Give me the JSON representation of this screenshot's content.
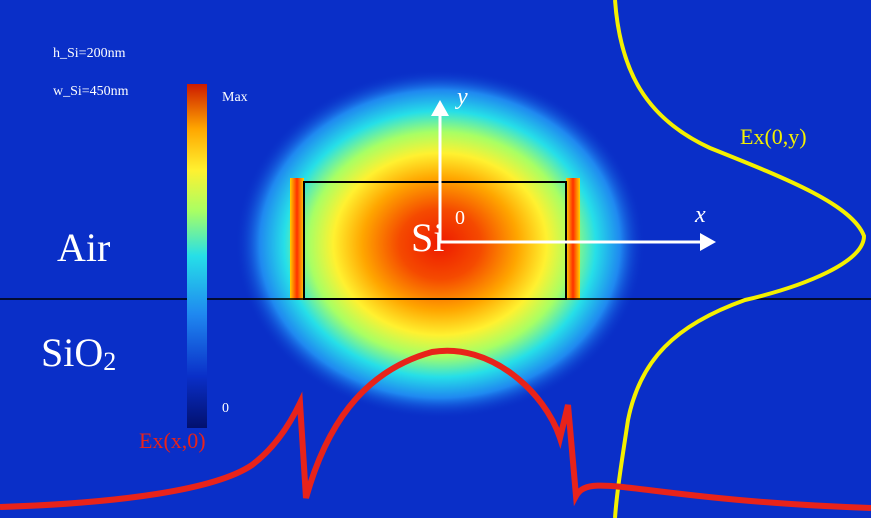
{
  "params": {
    "h_si": "h_Si=200nm",
    "w_si": "w_Si=450nm"
  },
  "colorbar": {
    "max_label": "Max",
    "min_label": "0"
  },
  "regions": {
    "air": "Air",
    "sio2_main": "SiO",
    "sio2_sub": "2",
    "core": "Si"
  },
  "axes": {
    "y": "y",
    "x": "x",
    "origin": "0"
  },
  "curves": {
    "ex_y": "Ex(0,y)",
    "ex_x": "Ex(x,0)"
  },
  "colors": {
    "background": "#0a2fc8",
    "curve_ex_y": "#f4f000",
    "curve_ex_x": "#e8231a",
    "core_outline": "#000000",
    "axis_arrows": "#ffffff"
  }
}
